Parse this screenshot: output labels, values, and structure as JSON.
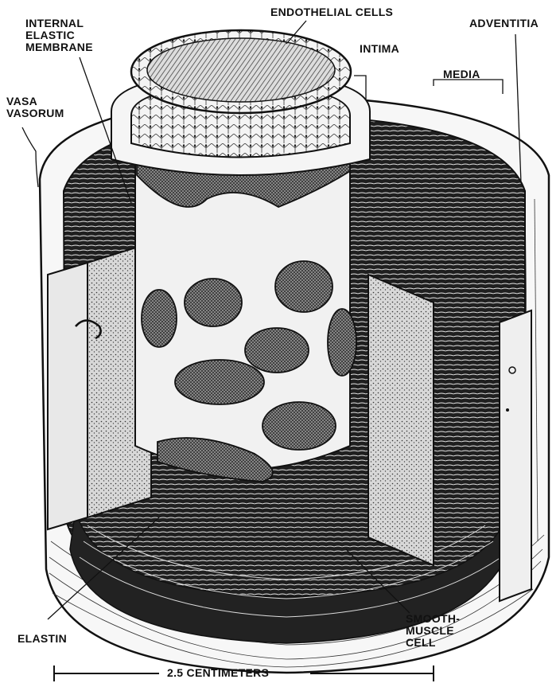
{
  "labels": {
    "endothelial_cells": "ENDOTHELIAL CELLS",
    "internal_elastic_membrane": [
      "INTERNAL",
      "ELASTIC",
      "MEMBRANE"
    ],
    "intima": "INTIMA",
    "adventitia": "ADVENTITIA",
    "media": "MEDIA",
    "vasa_vasorum": [
      "VASA",
      "VASORUM"
    ],
    "elastin": "ELASTIN",
    "smooth_muscle_cell": [
      "SMOOTH-",
      "MUSCLE",
      "CELL"
    ],
    "scale": "2.5 CENTIMETERS"
  },
  "colors": {
    "ink": "#111111",
    "paper": "#ffffff",
    "dark_fill": "#2a2a2a",
    "mid_fill": "#8a8a8a",
    "light_fill": "#e9e9e9"
  }
}
